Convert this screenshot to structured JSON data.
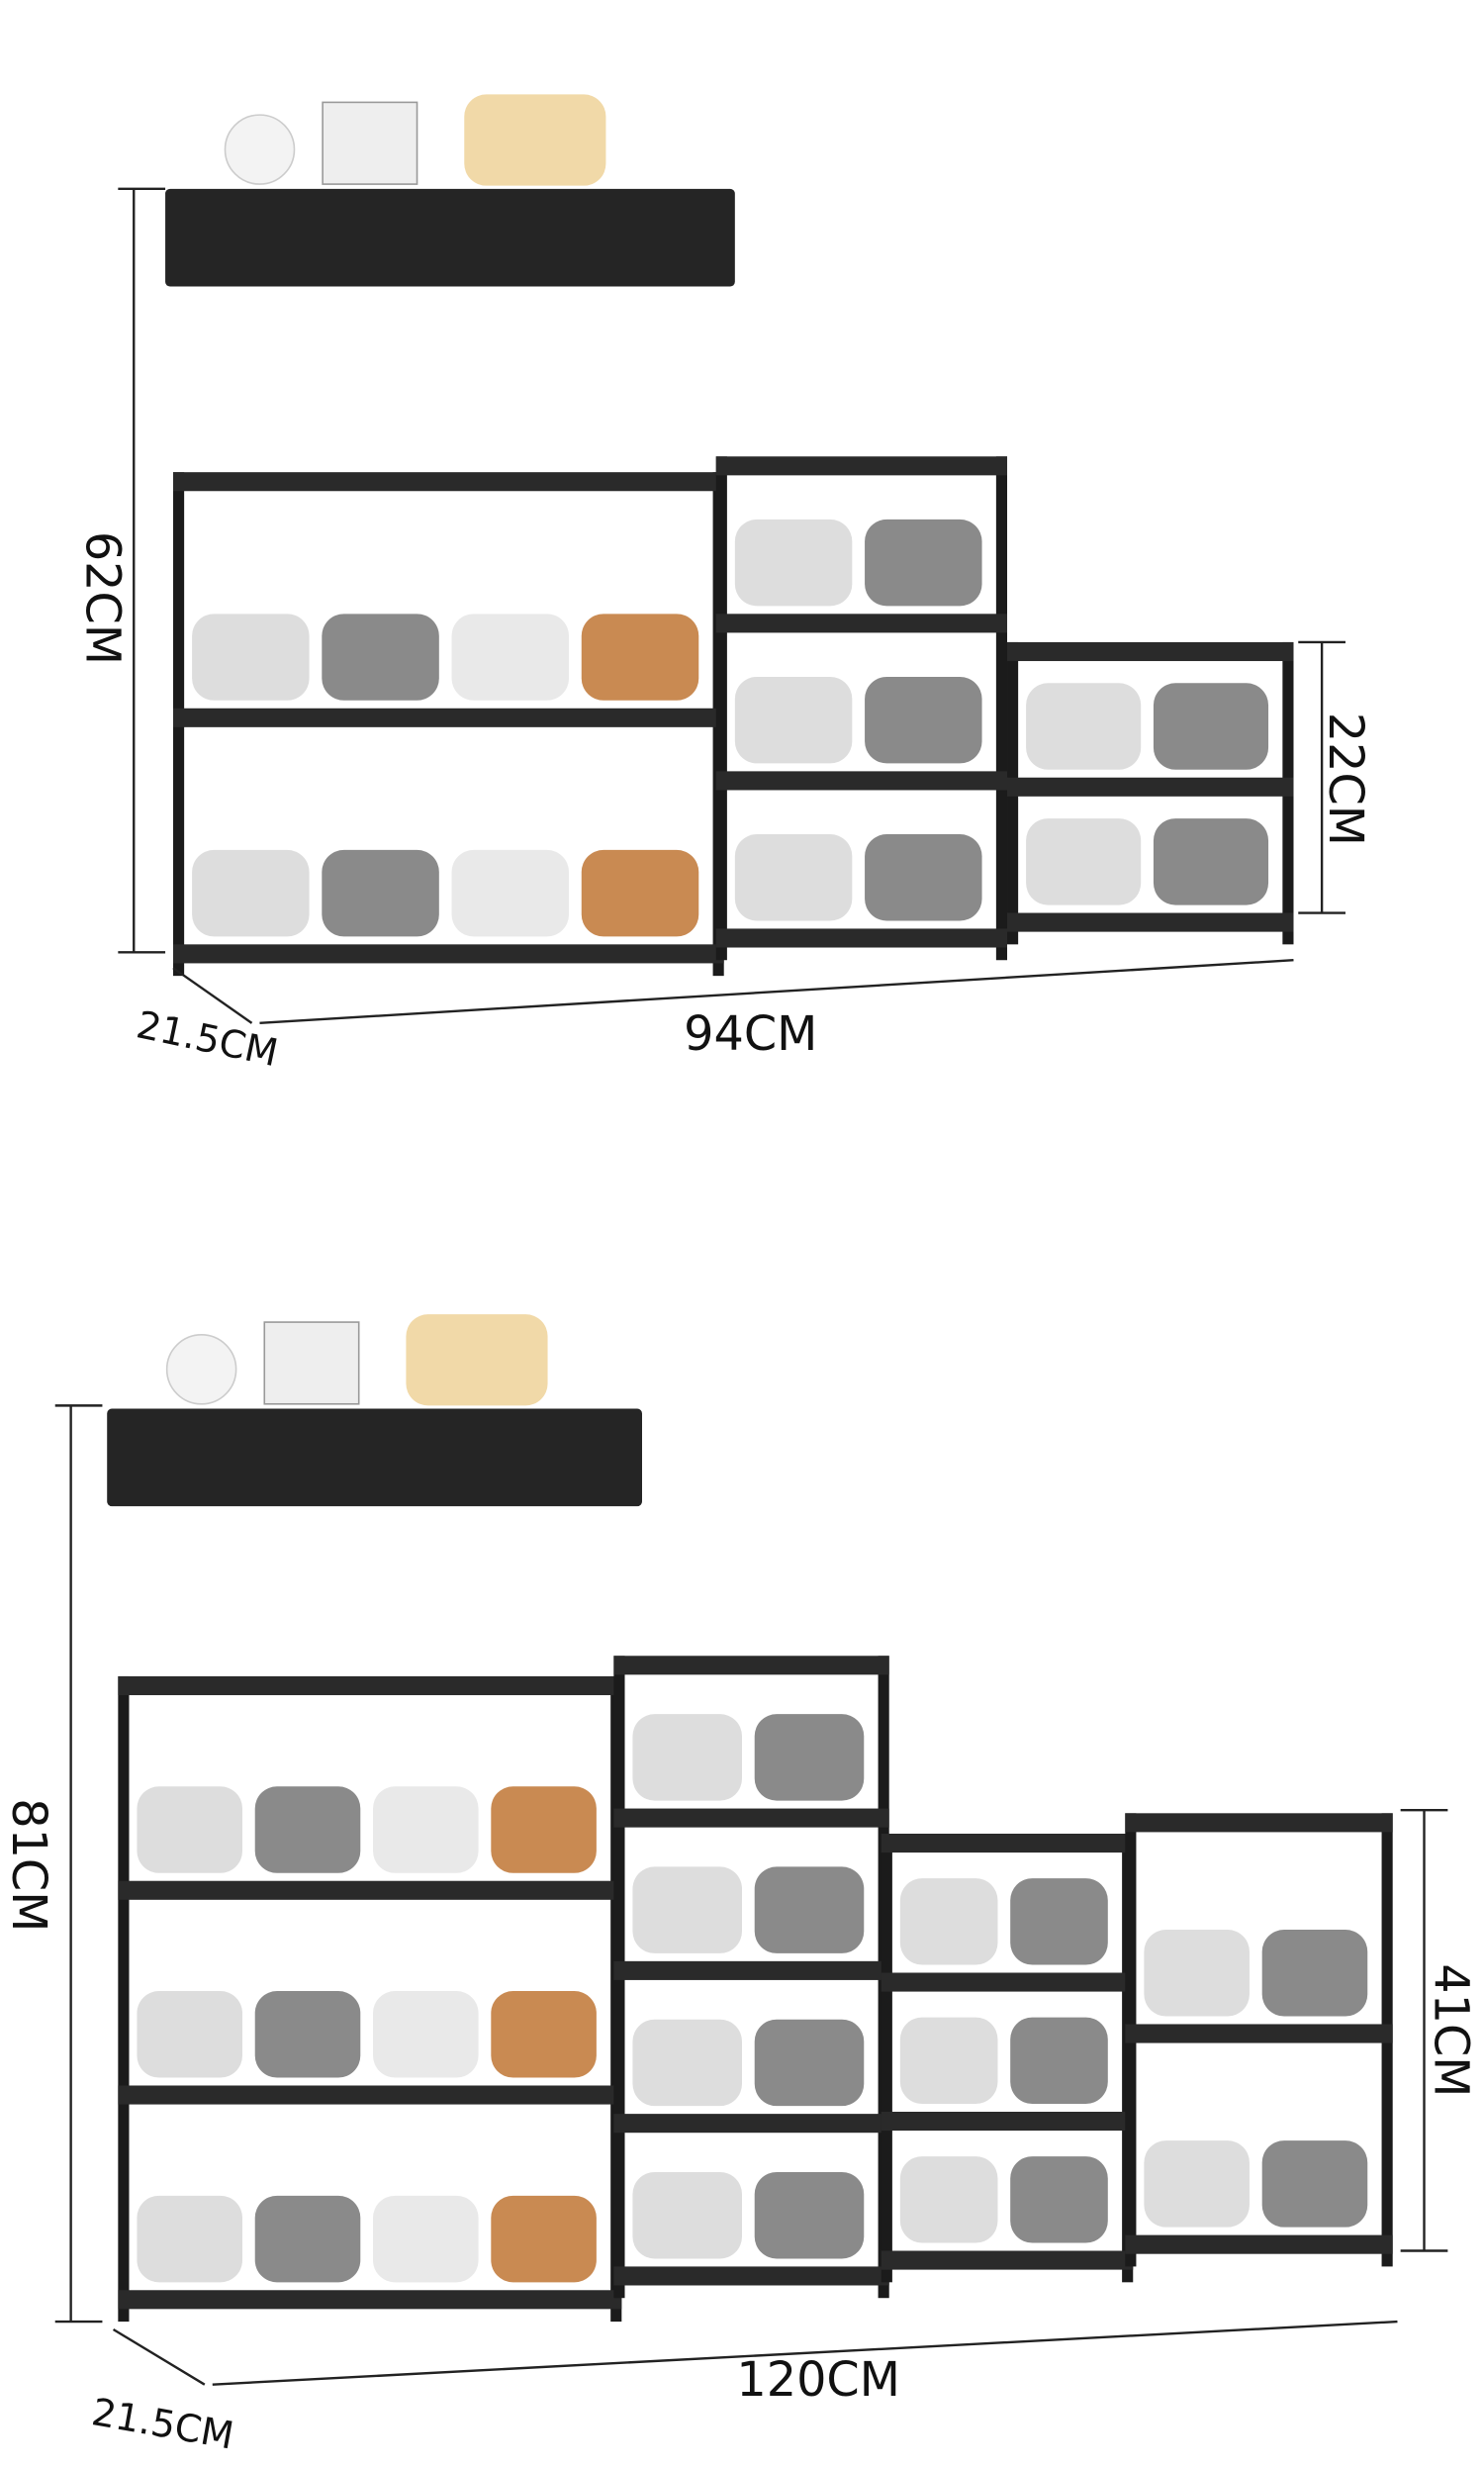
{
  "top_rack": {
    "height_label": "62CM",
    "low_height_label": "22CM",
    "width_label": "94CM",
    "depth_label": "21.5CM"
  },
  "bottom_rack": {
    "height_label": "81CM",
    "low_height_label": "41CM",
    "width_label": "120CM",
    "depth_label": "21.5CM"
  },
  "colors": {
    "frame": "#1b1b1b",
    "background": "#ffffff"
  }
}
